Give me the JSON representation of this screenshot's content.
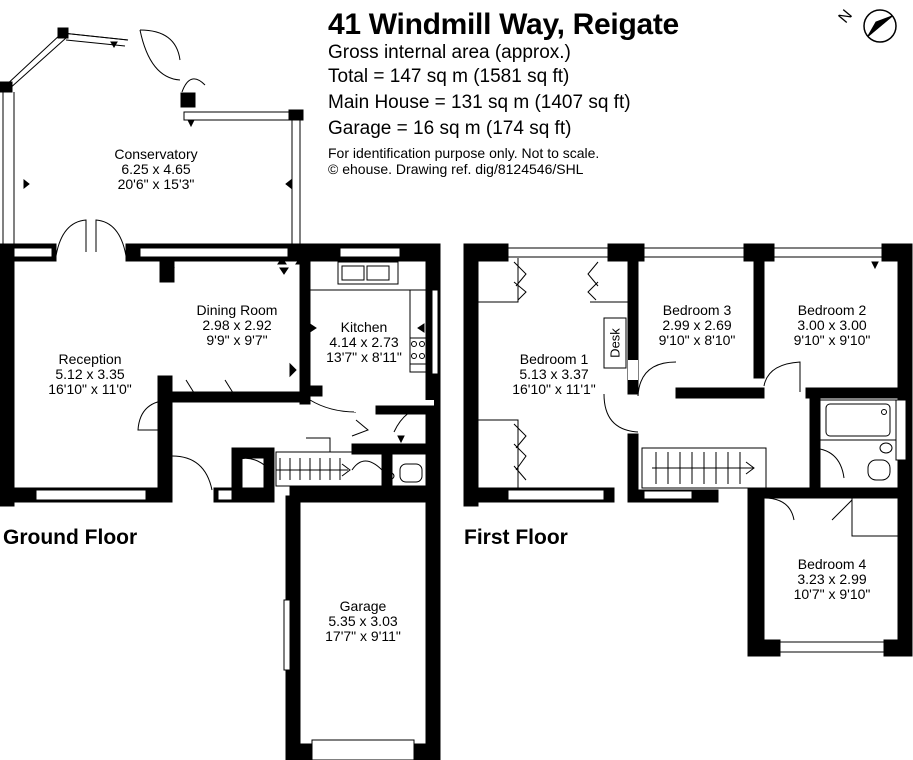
{
  "header": {
    "title": "41 Windmill Way, Reigate",
    "gross_area": "Gross internal area (approx.)",
    "total": "Total = 147 sq m (1581 sq ft)",
    "main_house": "Main House = 131 sq m (1407 sq ft)",
    "garage": "Garage = 16 sq m (174 sq ft)",
    "note": "For identification purpose only. Not to scale.",
    "ref": "© ehouse. Drawing ref. dig/8124546/SHL"
  },
  "compass": {
    "label": "N",
    "icon": "north-arrow-icon"
  },
  "floors": {
    "ground": "Ground Floor",
    "first": "First Floor"
  },
  "rooms": {
    "conservatory": {
      "name": "Conservatory",
      "metric": "6.25 x 4.65",
      "imperial": "20'6\" x 15'3\""
    },
    "reception": {
      "name": "Reception",
      "metric": "5.12 x 3.35",
      "imperial": "16'10\" x 11'0\""
    },
    "dining": {
      "name": "Dining Room",
      "metric": "2.98 x 2.92",
      "imperial": "9'9\" x 9'7\""
    },
    "kitchen": {
      "name": "Kitchen",
      "metric": "4.14 x 2.73",
      "imperial": "13'7\" x 8'11\""
    },
    "garage": {
      "name": "Garage",
      "metric": "5.35 x 3.03",
      "imperial": "17'7\" x 9'11\""
    },
    "bedroom1": {
      "name": "Bedroom 1",
      "metric": "5.13 x 3.37",
      "imperial": "16'10\" x 11'1\""
    },
    "bedroom2": {
      "name": "Bedroom 2",
      "metric": "3.00 x 3.00",
      "imperial": "9'10\" x 9'10\""
    },
    "bedroom3": {
      "name": "Bedroom 3",
      "metric": "2.99 x 2.69",
      "imperial": "9'10\" x 8'10\""
    },
    "bedroom4": {
      "name": "Bedroom 4",
      "metric": "3.23 x 2.99",
      "imperial": "10'7\" x 9'10\""
    }
  },
  "desk_label": "Desk",
  "colors": {
    "wall": "#000000",
    "window": "#ffffff",
    "background": "#ffffff"
  }
}
